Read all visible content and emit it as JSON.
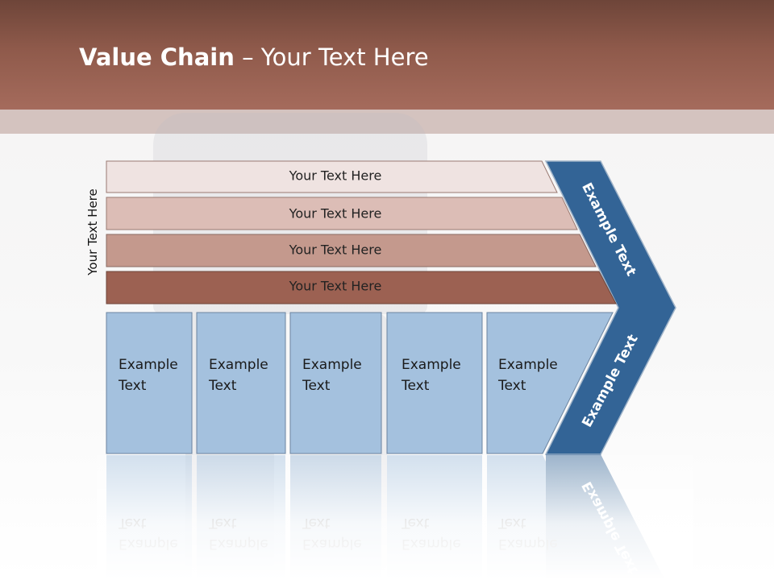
{
  "slide": {
    "title_bold": "Value Chain",
    "title_rest": " – Your Text Here"
  },
  "side_label": "Your Text Here",
  "support_bars": [
    {
      "label": "Your Text Here",
      "fill": "#efe3e1"
    },
    {
      "label": "Your Text Here",
      "fill": "#dcbdb6"
    },
    {
      "label": "Your Text Here",
      "fill": "#c4998d"
    },
    {
      "label": "Your Text Here",
      "fill": "#9c6152"
    }
  ],
  "primary_columns": [
    {
      "line1": "Example",
      "line2": "Text"
    },
    {
      "line1": "Example",
      "line2": "Text"
    },
    {
      "line1": "Example",
      "line2": "Text"
    },
    {
      "line1": "Example",
      "line2": "Text"
    },
    {
      "line1": "Example",
      "line2": "Text"
    }
  ],
  "chevron": {
    "upper_label": "Example Text",
    "lower_label": "Example Text",
    "fill": "#336496"
  },
  "colors": {
    "header": "#8f5a4b",
    "column_fill": "#a4c1de"
  }
}
